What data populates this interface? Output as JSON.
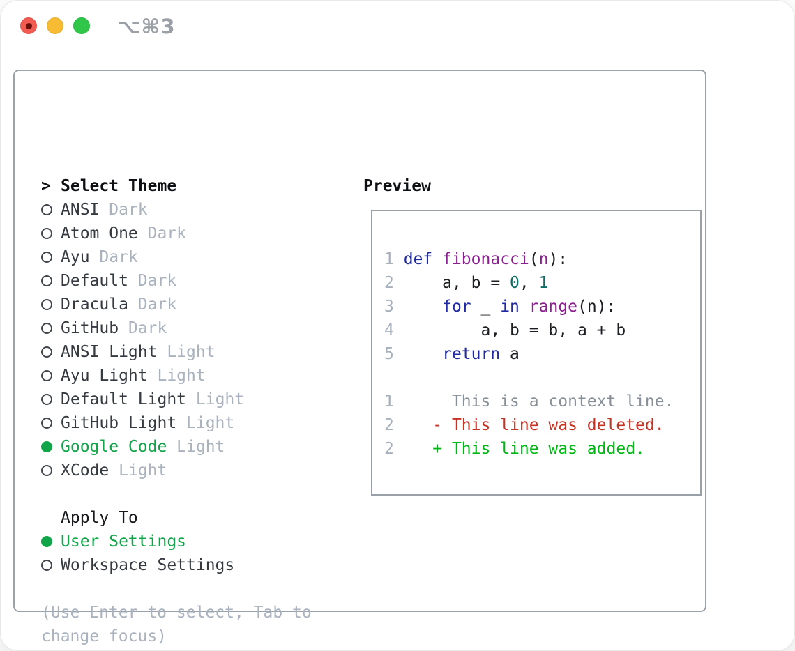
{
  "window": {
    "title": "⌥⌘3"
  },
  "colors": {
    "accent_green": "#12a449",
    "keyword_blue": "#1f2aa3",
    "function_purple": "#8a2090",
    "literal_teal": "#0b6e66",
    "line_number_gray": "#a6b0bc",
    "muted_gray": "#a9b2bd",
    "text_dark": "#353a41",
    "header_black": "#0d0f12",
    "diff_context_gray": "#878f98",
    "diff_deleted_red": "#c43324",
    "diff_added_green": "#00b614",
    "panel_border": "#9aa3ad",
    "box_border": "#9aa0a8",
    "titlebar_gray": "#9aa0a6",
    "traffic_red": "#f25b51",
    "traffic_red_dot": "#6b0f0b",
    "traffic_yellow": "#f7bc34",
    "traffic_green": "#30c64a"
  },
  "sidebar": {
    "prompt": ">",
    "heading": "Select Theme",
    "themes": [
      {
        "label": "ANSI",
        "variant": "Dark",
        "selected": false
      },
      {
        "label": "Atom One",
        "variant": "Dark",
        "selected": false
      },
      {
        "label": "Ayu",
        "variant": "Dark",
        "selected": false
      },
      {
        "label": "Default",
        "variant": "Dark",
        "selected": false
      },
      {
        "label": "Dracula",
        "variant": "Dark",
        "selected": false
      },
      {
        "label": "GitHub",
        "variant": "Dark",
        "selected": false
      },
      {
        "label": "ANSI Light",
        "variant": "Light",
        "selected": false
      },
      {
        "label": "Ayu Light",
        "variant": "Light",
        "selected": false
      },
      {
        "label": "Default Light",
        "variant": "Light",
        "selected": false
      },
      {
        "label": "GitHub Light",
        "variant": "Light",
        "selected": false
      },
      {
        "label": "Google Code",
        "variant": "Light",
        "selected": true
      },
      {
        "label": "XCode",
        "variant": "Light",
        "selected": false
      }
    ],
    "apply_heading": "Apply To",
    "apply_options": [
      {
        "label": "User Settings",
        "selected": true
      },
      {
        "label": "Workspace Settings",
        "selected": false
      }
    ],
    "hint": "(Use Enter to select, Tab to change focus)"
  },
  "preview": {
    "heading": "Preview",
    "lines": [
      [
        {
          "t": "1 ",
          "c": "ln"
        },
        {
          "t": "def",
          "c": "kw"
        },
        {
          "t": " ",
          "c": "pl"
        },
        {
          "t": "fibonacci",
          "c": "fn"
        },
        {
          "t": "(",
          "c": "pl"
        },
        {
          "t": "n",
          "c": "fn"
        },
        {
          "t": "):",
          "c": "pl"
        }
      ],
      [
        {
          "t": "2 ",
          "c": "ln"
        },
        {
          "t": "    a, b = ",
          "c": "pl"
        },
        {
          "t": "0",
          "c": "lit"
        },
        {
          "t": ", ",
          "c": "pl"
        },
        {
          "t": "1",
          "c": "lit"
        }
      ],
      [
        {
          "t": "3 ",
          "c": "ln"
        },
        {
          "t": "    ",
          "c": "pl"
        },
        {
          "t": "for",
          "c": "kw"
        },
        {
          "t": " _ ",
          "c": "pl"
        },
        {
          "t": "in",
          "c": "kw"
        },
        {
          "t": " ",
          "c": "pl"
        },
        {
          "t": "range",
          "c": "fn"
        },
        {
          "t": "(n):",
          "c": "pl"
        }
      ],
      [
        {
          "t": "4 ",
          "c": "ln"
        },
        {
          "t": "        a, b = b, a + b",
          "c": "pl"
        }
      ],
      [
        {
          "t": "5 ",
          "c": "ln"
        },
        {
          "t": "    ",
          "c": "pl"
        },
        {
          "t": "return",
          "c": "kw"
        },
        {
          "t": " a",
          "c": "pl"
        }
      ],
      [],
      [
        {
          "t": "1 ",
          "c": "ln"
        },
        {
          "t": "     This is a context line.",
          "c": "ctx"
        }
      ],
      [
        {
          "t": "2 ",
          "c": "ln"
        },
        {
          "t": "   - This line was deleted.",
          "c": "del"
        }
      ],
      [
        {
          "t": "2 ",
          "c": "ln"
        },
        {
          "t": "   + This line was added.",
          "c": "add"
        }
      ]
    ]
  }
}
